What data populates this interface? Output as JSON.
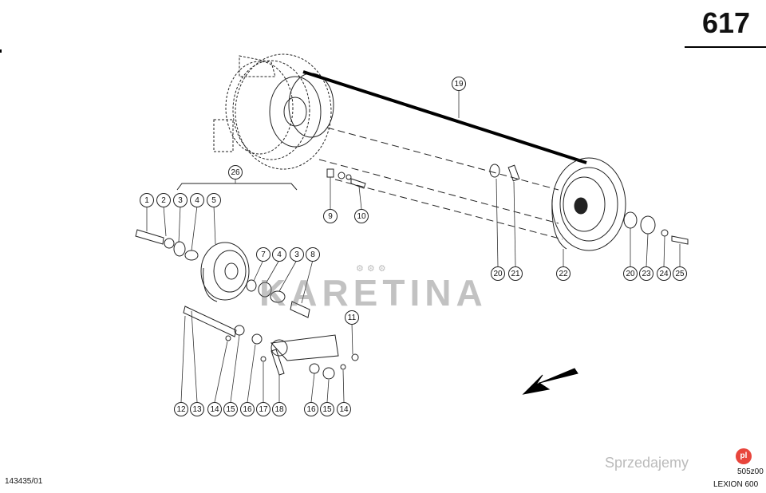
{
  "header": {
    "page_number": "617"
  },
  "footer": {
    "drawing_code_left": "143435/01",
    "drawing_code_right": "505z00",
    "model": "LEXION 600"
  },
  "watermark": {
    "brand_text": "KARETINA",
    "dots": "⚙⚙⚙",
    "site_text": "Sprzedajemy",
    "site_badge": "pl"
  },
  "callouts": [
    {
      "id": "c19",
      "label": "19"
    },
    {
      "id": "c26",
      "label": "26"
    },
    {
      "id": "c1",
      "label": "1"
    },
    {
      "id": "c2a",
      "label": "2"
    },
    {
      "id": "c3a",
      "label": "3"
    },
    {
      "id": "c4a",
      "label": "4"
    },
    {
      "id": "c5",
      "label": "5"
    },
    {
      "id": "c9",
      "label": "9"
    },
    {
      "id": "c10",
      "label": "10"
    },
    {
      "id": "c7",
      "label": "7"
    },
    {
      "id": "c4b",
      "label": "4"
    },
    {
      "id": "c3b",
      "label": "3"
    },
    {
      "id": "c8",
      "label": "8"
    },
    {
      "id": "c20a",
      "label": "20"
    },
    {
      "id": "c21",
      "label": "21"
    },
    {
      "id": "c22",
      "label": "22"
    },
    {
      "id": "c20b",
      "label": "20"
    },
    {
      "id": "c23",
      "label": "23"
    },
    {
      "id": "c24",
      "label": "24"
    },
    {
      "id": "c25",
      "label": "25"
    },
    {
      "id": "c11",
      "label": "11"
    },
    {
      "id": "c12",
      "label": "12"
    },
    {
      "id": "c13",
      "label": "13"
    },
    {
      "id": "c14a",
      "label": "14"
    },
    {
      "id": "c15a",
      "label": "15"
    },
    {
      "id": "c16a",
      "label": "16"
    },
    {
      "id": "c17",
      "label": "17"
    },
    {
      "id": "c18",
      "label": "18"
    },
    {
      "id": "c16b",
      "label": "16"
    },
    {
      "id": "c15b",
      "label": "15"
    },
    {
      "id": "c14b",
      "label": "14"
    }
  ]
}
